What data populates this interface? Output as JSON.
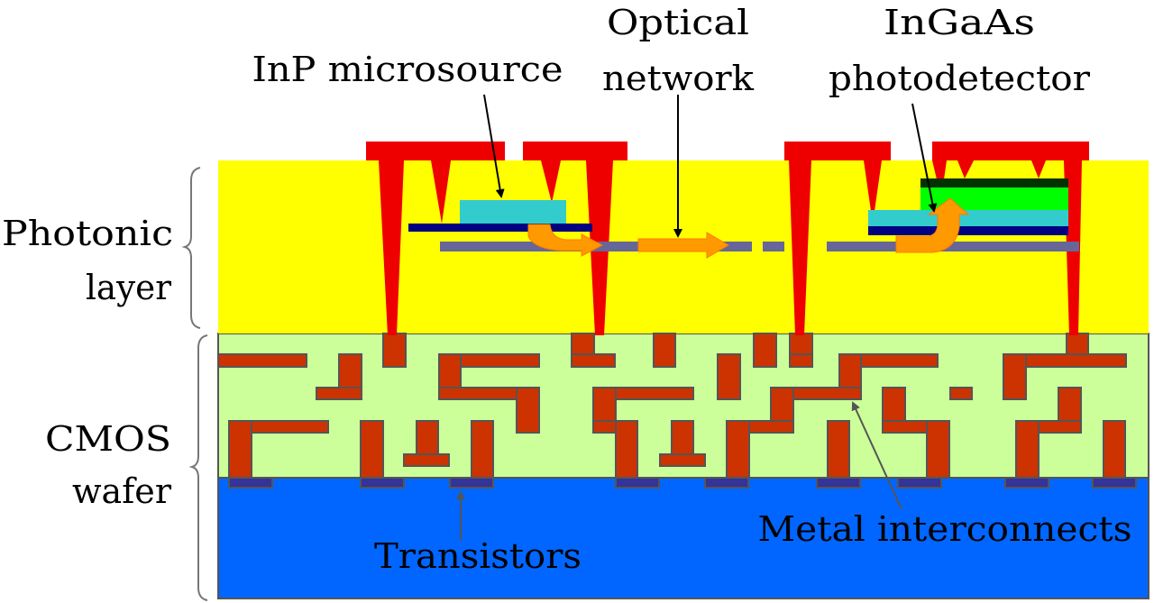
{
  "diagram": {
    "type": "cross-section",
    "colors": {
      "photonic_layer": "#ffff00",
      "via": "#ee0000",
      "cmos_dielectric": "#ccff99",
      "metal": "#cc3300",
      "metal_outline": "#555555",
      "substrate": "#0066ff",
      "transistor": "#333399",
      "inp_source": "#33cccc",
      "bonding_layer": "#000080",
      "waveguide": "#666699",
      "light_arrow": "#ff9900",
      "detector_absorber": "#00ff00",
      "detector_contact": "#003300",
      "brace": "#777777"
    },
    "labels": {
      "inp_microsource": "InP microsource",
      "optical_network_line1": "Optical",
      "optical_network_line2": "network",
      "ingaas_line1": "InGaAs",
      "ingaas_line2": "photodetector",
      "photonic_line1": "Photonic",
      "photonic_line2": "layer",
      "cmos_line1": "CMOS",
      "cmos_line2": "wafer",
      "transistors": "Transistors",
      "metal_interconnects": "Metal interconnects"
    }
  }
}
